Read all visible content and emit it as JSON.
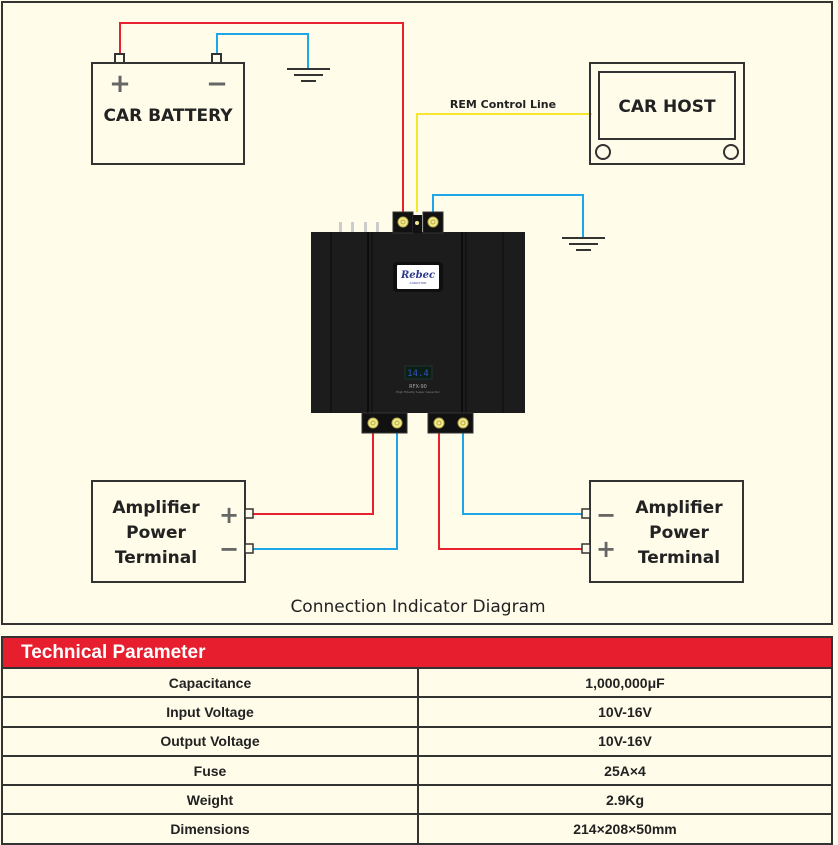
{
  "diagram": {
    "title": "Connection Indicator Diagram",
    "battery": {
      "label": "CAR BATTERY",
      "plus": "+",
      "minus": "−"
    },
    "host": {
      "label": "CAR HOST"
    },
    "rem_label": "REM Control Line",
    "device": {
      "brand": "Rebec",
      "brand_sub": "CAPACITOR",
      "display": "14.4",
      "model": "RFX-90",
      "subtitle": "High Fidelity Super Capacitor"
    },
    "amp_left": {
      "line1": "Amplifier",
      "line2": "Power",
      "line3": "Terminal",
      "top_sign": "+",
      "bottom_sign": "−"
    },
    "amp_right": {
      "line1": "Amplifier",
      "line2": "Power",
      "line3": "Terminal",
      "top_sign": "−",
      "bottom_sign": "+"
    },
    "colors": {
      "positive": "#e8212e",
      "negative": "#1ea7e8",
      "rem": "#f7e62e",
      "device": "#1c1c1c",
      "terminal": "#f4eb8c"
    }
  },
  "tech": {
    "title": "Technical Parameter",
    "rows": [
      {
        "name": "Capacitance",
        "value": "1,000,000μF"
      },
      {
        "name": "Input Voltage",
        "value": "10V-16V"
      },
      {
        "name": "Output Voltage",
        "value": "10V-16V"
      },
      {
        "name": "Fuse",
        "value": "25A×4"
      },
      {
        "name": "Weight",
        "value": "2.9Kg"
      },
      {
        "name": "Dimensions",
        "value": "214×208×50mm"
      }
    ]
  }
}
